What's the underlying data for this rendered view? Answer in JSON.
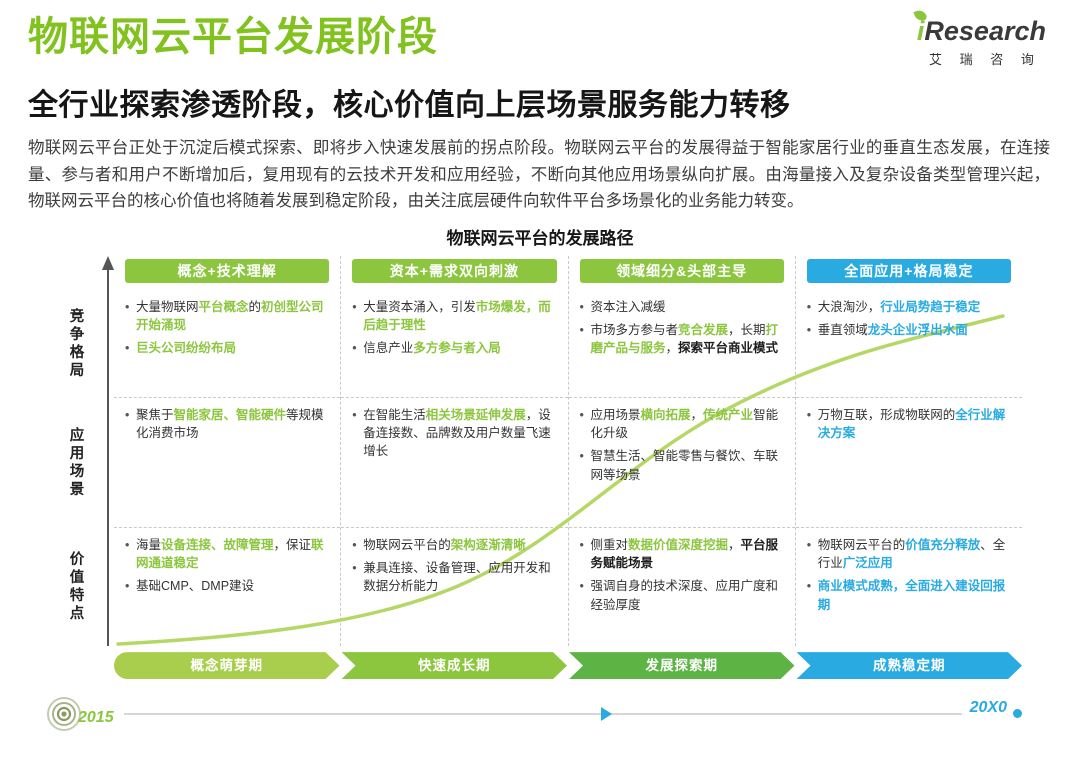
{
  "header": {
    "title": "物联网云平台发展阶段",
    "logo_i": "i",
    "logo_rest": "Research",
    "logo_cn": "艾 瑞 咨 询"
  },
  "subtitle": "全行业探索渗透阶段，核心价值向上层场景服务能力转移",
  "intro": "物联网云平台正处于沉淀后模式探索、即将步入快速发展前的拐点阶段。物联网云平台的发展得益于智能家居行业的垂直生态发展，在连接量、参与者和用户不断增加后，复用现有的云技术开发和应用经验，不断向其他应用场景纵向扩展。由海量接入及复杂设备类型管理兴起，物联网云平台的核心价值也将随着发展到稳定阶段，由关注底层硬件向软件平台多场景化的业务能力转变。",
  "chart_data": {
    "type": "table",
    "title": "物联网云平台的发展路径",
    "row_labels": [
      "竞争格局",
      "应用场景",
      "价值特点"
    ],
    "stages": [
      "概念萌芽期",
      "快速成长期",
      "发展探索期",
      "成熟稳定期"
    ],
    "timeline": {
      "start": "2015",
      "end": "20X0"
    },
    "colors": {
      "title_green": "#82c21e",
      "highlight_green": "#8cc63f",
      "highlight_blue": "#29abe2",
      "header_green": "#8cc63f",
      "header_blue": "#29abe2",
      "curve": "#b5d765",
      "bands": [
        "#a9ce4e",
        "#8cc63f",
        "#5eb345",
        "#29abe2"
      ]
    },
    "columns": [
      {
        "header": "概念+技术理解",
        "theme": "green",
        "rows": [
          [
            [
              {
                "t": "大量物联网"
              },
              {
                "t": "平台概念",
                "s": "g"
              },
              {
                "t": "的"
              },
              {
                "t": "初创型公司开始涌现",
                "s": "g"
              }
            ],
            [
              {
                "t": "巨头公司纷纷布局",
                "s": "g"
              }
            ]
          ],
          [
            [
              {
                "t": "聚焦于"
              },
              {
                "t": "智能家居、智能硬件",
                "s": "g"
              },
              {
                "t": "等规模化消费市场"
              }
            ]
          ],
          [
            [
              {
                "t": "海量"
              },
              {
                "t": "设备连接、故障管理",
                "s": "g"
              },
              {
                "t": "，保证"
              },
              {
                "t": "联网通道稳定",
                "s": "g"
              }
            ],
            [
              {
                "t": "基础CMP、DMP建设"
              }
            ]
          ]
        ]
      },
      {
        "header": "资本+需求双向刺激",
        "theme": "green",
        "rows": [
          [
            [
              {
                "t": "大量资本涌入，引发"
              },
              {
                "t": "市场爆发，而后趋于理性",
                "s": "g"
              }
            ],
            [
              {
                "t": "信息产业"
              },
              {
                "t": "多方参与者入局",
                "s": "g"
              }
            ]
          ],
          [
            [
              {
                "t": "在智能生活"
              },
              {
                "t": "相关场景延伸发展",
                "s": "g"
              },
              {
                "t": "，设备连接数、品牌数及用户数量飞速增长"
              }
            ]
          ],
          [
            [
              {
                "t": "物联网云平台的"
              },
              {
                "t": "架构逐渐清晰",
                "s": "g"
              }
            ],
            [
              {
                "t": "兼具连接、设备管理、应用开发和数据分析能力"
              }
            ]
          ]
        ]
      },
      {
        "header": "领域细分&头部主导",
        "theme": "green",
        "rows": [
          [
            [
              {
                "t": "资本注入减缓"
              }
            ],
            [
              {
                "t": "市场多方参与者"
              },
              {
                "t": "竞合发展",
                "s": "g"
              },
              {
                "t": "，长期"
              },
              {
                "t": "打磨产品与服务",
                "s": "g"
              },
              {
                "t": "，"
              },
              {
                "t": "探索平台商业模式",
                "s": "d"
              }
            ]
          ],
          [
            [
              {
                "t": "应用场景"
              },
              {
                "t": "横向拓展",
                "s": "g"
              },
              {
                "t": "，"
              },
              {
                "t": "传统产业",
                "s": "g"
              },
              {
                "t": "智能化升级"
              }
            ],
            [
              {
                "t": "智慧生活、智能零售与餐饮、车联网等场景"
              }
            ]
          ],
          [
            [
              {
                "t": "侧重对"
              },
              {
                "t": "数据价值深度挖掘",
                "s": "g"
              },
              {
                "t": "，"
              },
              {
                "t": "平台服务赋能场景",
                "s": "d"
              }
            ],
            [
              {
                "t": "强调自身的技术深度、应用广度和经验厚度"
              }
            ]
          ]
        ]
      },
      {
        "header": "全面应用+格局稳定",
        "theme": "blue",
        "rows": [
          [
            [
              {
                "t": "大浪淘沙，"
              },
              {
                "t": "行业局势趋于稳定",
                "s": "b"
              }
            ],
            [
              {
                "t": "垂直领域"
              },
              {
                "t": "龙头企业浮出水面",
                "s": "b"
              }
            ]
          ],
          [
            [
              {
                "t": "万物互联，形成物联网的"
              },
              {
                "t": "全行业解决方案",
                "s": "b"
              }
            ]
          ],
          [
            [
              {
                "t": "物联网云平台的"
              },
              {
                "t": "价值充分释放",
                "s": "b"
              },
              {
                "t": "、全行业"
              },
              {
                "t": "广泛应用",
                "s": "b"
              }
            ],
            [
              {
                "t": "商业模式成熟，全面进入建设回报期",
                "s": "b"
              }
            ]
          ]
        ]
      }
    ]
  }
}
